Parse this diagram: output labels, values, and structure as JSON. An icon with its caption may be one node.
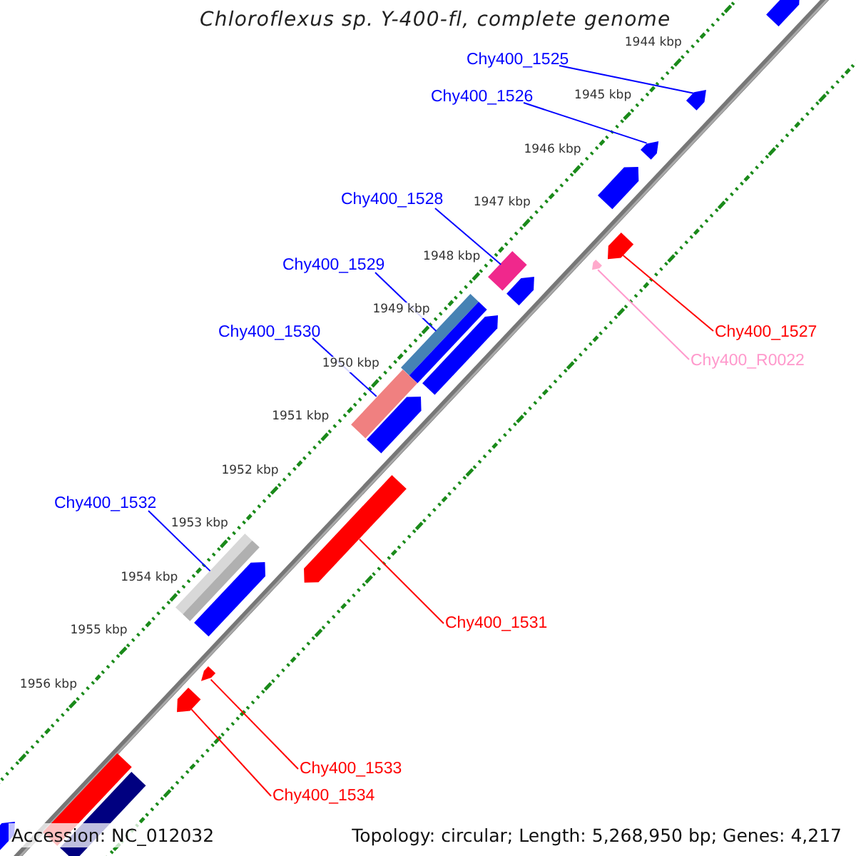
{
  "diagram": {
    "title": "Chloroflexus sp. Y-400-fl, complete genome",
    "nodes": [
      {
        "text": [
          "Chy400_1525"
        ]
      },
      {
        "text": [
          "Chy400_1526"
        ]
      },
      {
        "text": [
          "Chy400_1528"
        ]
      },
      {
        "text": [
          "Chy400_1529"
        ]
      },
      {
        "text": [
          "Chy400_1530"
        ]
      },
      {
        "text": [
          "Chy400_1527"
        ]
      },
      {
        "text": [
          "Chy400_R0022"
        ]
      },
      {
        "text": [
          "Chy400_1532"
        ]
      },
      {
        "text": [
          "Chy400_1531"
        ]
      },
      {
        "text": [
          "Chy400_1533"
        ]
      },
      {
        "text": [
          "Chy400_1534"
        ]
      },
      {
        "text": [],
        "shape": "pentagon"
      },
      {
        "text": [],
        "shape": "pentagon"
      },
      {
        "text": [],
        "shape": "bar"
      },
      {
        "text": [],
        "shape": "bar"
      },
      {
        "text": [],
        "shape": "bar"
      },
      {
        "text": [],
        "shape": "pentagon"
      },
      {
        "text": [],
        "shape": "pentagon"
      },
      {
        "text": [],
        "shape": "bar"
      },
      {
        "text": [],
        "shape": "pentagon"
      },
      {
        "text": [],
        "shape": "pentagon"
      },
      {
        "text": [],
        "shape": "pentagon"
      },
      {
        "text": [],
        "shape": "pentagon"
      },
      {
        "text": [],
        "shape": "pentagon"
      },
      {
        "text": [],
        "shape": "pentagon"
      },
      {
        "text": [],
        "shape": "pentagon"
      },
      {
        "text": [],
        "shape": "pentagon"
      },
      {
        "text": [],
        "shape": "pentagon"
      },
      {
        "text": [],
        "shape": "bar"
      },
      {
        "text": [],
        "shape": "bar"
      },
      {
        "text": [],
        "shape": "pentagon"
      }
    ],
    "edges": [
      {
        "from": 0,
        "to": 11,
        "arrow": "none"
      },
      {
        "from": 1,
        "to": 12,
        "arrow": "none"
      },
      {
        "from": 2,
        "to": 13,
        "arrow": "none"
      },
      {
        "from": 3,
        "to": 14,
        "arrow": "none"
      },
      {
        "from": 4,
        "to": 15,
        "arrow": "none"
      },
      {
        "from": 5,
        "to": 16,
        "arrow": "none",
        "color": "#ff0000"
      },
      {
        "from": 6,
        "to": 17,
        "arrow": "none",
        "color": "#ff99cc"
      },
      {
        "from": 7,
        "to": 18,
        "arrow": "none"
      },
      {
        "from": 8,
        "to": 19,
        "arrow": "none",
        "color": "#ff0000"
      },
      {
        "from": 9,
        "to": 20,
        "arrow": "none",
        "color": "#ff0000"
      },
      {
        "from": 10,
        "to": 21,
        "arrow": "none",
        "color": "#ff0000"
      }
    ],
    "labels": [
      "1944 kbp",
      "1945 kbp",
      "1946 kbp",
      "1947 kbp",
      "1948 kbp",
      "1949 kbp",
      "1950 kbp",
      "1951 kbp",
      "1952 kbp",
      "1953 kbp",
      "1954 kbp",
      "1955 kbp",
      "1956 kbp",
      "Accession: NC_012032",
      "Topology: circular; Length: 5,268,950 bp; Genes: 4,217"
    ]
  }
}
